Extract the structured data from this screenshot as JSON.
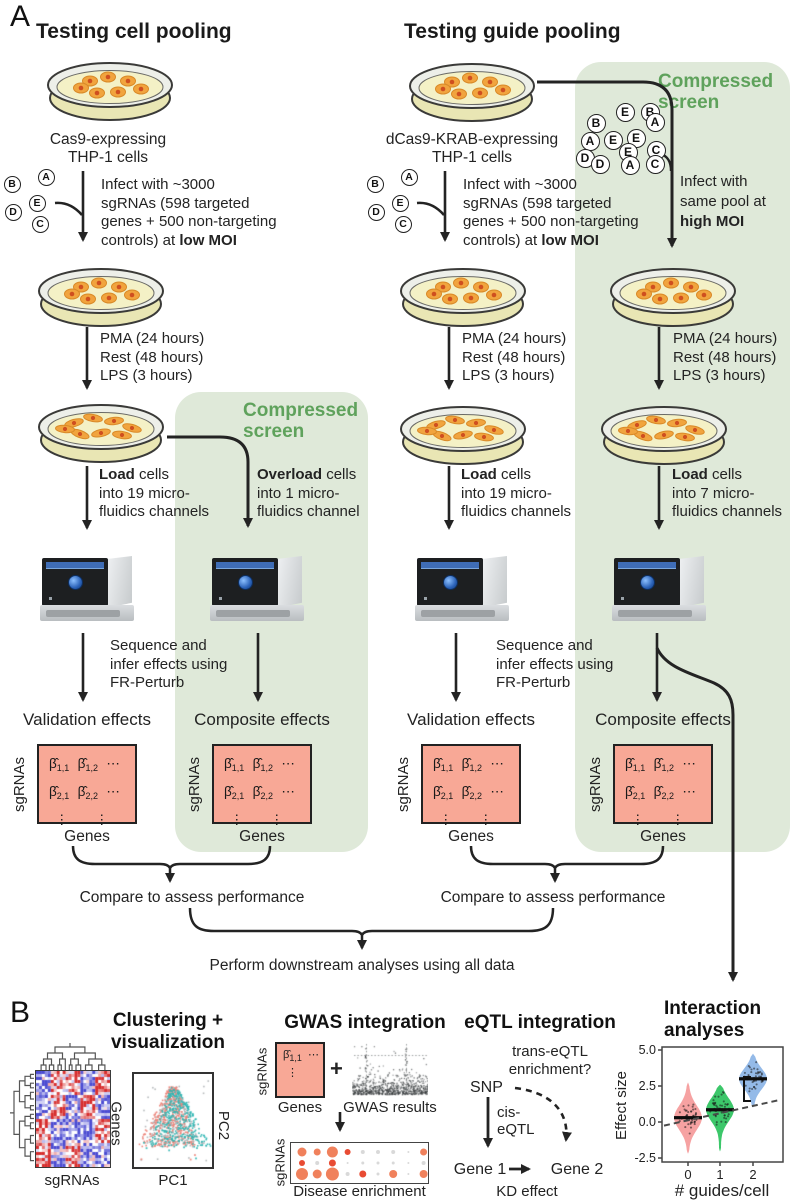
{
  "colors": {
    "panel_green": "#dfe9d9",
    "accent_green": "#5fa25c",
    "matrix_pink": "#f8a896",
    "arrow": "#232323",
    "dish_fill": "#f4f1c6",
    "cell_orange": "#f1a43e",
    "cell_nucleus": "#cf4f1f"
  },
  "a": {
    "label": "A",
    "title_left": "Testing cell pooling",
    "title_right": "Testing guide pooling",
    "cell_line_left": {
      "l1": "Cas9-expressing",
      "l2": "THP-1 cells"
    },
    "cell_line_right": {
      "l1": "dCas9-KRAB-expressing",
      "l2": "THP-1 cells"
    },
    "letters": [
      "A",
      "B",
      "E",
      "D",
      "C"
    ],
    "pool_letters": [
      "E",
      "B",
      "B",
      "A",
      "A",
      "E",
      "E",
      "D",
      "E",
      "C",
      "D",
      "A",
      "C"
    ],
    "infect": {
      "l1": "Infect with ~3000",
      "l2": "sgRNAs (598 targeted",
      "l3": "genes + 500 non-targeting",
      "l4a": "controls) at ",
      "l4b": "low MOI"
    },
    "infect_high": {
      "l1": "Infect with",
      "l2": "same pool at",
      "l3": "high MOI"
    },
    "treatment": {
      "l1": "PMA (24 hours)",
      "l2": "Rest (48 hours)",
      "l3": "LPS (3 hours)"
    },
    "load_19": {
      "b": "Load",
      "r": " cells",
      "l2": "into 19 micro-",
      "l3": "fluidics channels"
    },
    "load_1": {
      "b": "Overload",
      "r": " cells",
      "l2": "into 1 micro-",
      "l3": "fluidics channel"
    },
    "load_7": {
      "b": "Load",
      "r": " cells",
      "l2": "into 7 micro-",
      "l3": "fluidics channels"
    },
    "sequence": {
      "l1": "Sequence and",
      "l2": "infer effects using",
      "l3": "FR-Perturb"
    },
    "compressed": {
      "l1": "Compressed",
      "l2": "screen"
    },
    "validation_title": "Validation effects",
    "composite_title": "Composite effects",
    "sgrnas": "sgRNAs",
    "genes": "Genes",
    "matrix": {
      "r1": [
        "β̂_{1,1}",
        "β̂_{1,2}",
        "⋯"
      ],
      "r2": [
        "β̂_{2,1}",
        "β̂_{2,2}",
        "⋯"
      ],
      "r3": [
        "⋮",
        "⋮"
      ]
    },
    "compare": "Compare to assess performance",
    "downstream": "Perform downstream analyses using all data"
  },
  "b": {
    "label": "B",
    "clustering": {
      "title_l1": "Clustering +",
      "title_l2": "visualization",
      "genes": "Genes",
      "sgrnas": "sgRNAs",
      "pc1": "PC1",
      "pc2": "PC2"
    },
    "gwas": {
      "title": "GWAS integration",
      "sgrnas": "sgRNAs",
      "genes": "Genes",
      "cell": "β̂_{1,1}",
      "hdots": "⋯",
      "vdots": "⋮",
      "plus": "+",
      "results": "GWAS results",
      "dot_sgrnas": "sgRNAs",
      "dot_xlabel": "Disease enrichment"
    },
    "eqtl": {
      "title": "eQTL integration",
      "trans_l1": "trans-eQTL",
      "trans_l2": "enrichment?",
      "snp": "SNP",
      "cis_l1": "cis-",
      "cis_l2": "eQTL",
      "gene1": "Gene 1",
      "gene2": "Gene 2",
      "kd": "KD effect"
    },
    "interaction": {
      "title_l1": "Interaction",
      "title_l2": "analyses"
    }
  },
  "chart_data": [
    {
      "type": "violin",
      "title": "Interaction analyses",
      "xlabel": "# guides/cell",
      "ylabel": "Effect size",
      "categories": [
        "0",
        "1",
        "2"
      ],
      "means": [
        0.3,
        0.85,
        3.0
      ],
      "spreads": [
        0.85,
        0.8,
        0.72
      ],
      "ranges": [
        [
          -2.2,
          2.75
        ],
        [
          -2.05,
          2.6
        ],
        [
          1.0,
          4.75
        ]
      ],
      "colors": [
        "#f6a2a2",
        "#3cc76a",
        "#94bae8"
      ],
      "ylim": [
        -2.5,
        5.0
      ],
      "yticks": [
        "5.0",
        "2.5",
        "0.0",
        "-2.5"
      ],
      "ytick_vals": [
        5.0,
        2.5,
        0.0,
        -2.5
      ],
      "xticks": [
        "0",
        "1",
        "2"
      ],
      "trend": {
        "style": "dashed",
        "v_left": -0.25,
        "v_right": 1.55
      },
      "significance": {
        "label": "**",
        "between": [
          "1",
          "2"
        ]
      }
    },
    {
      "type": "heatmap",
      "xlabel": "sgRNAs",
      "ylabel": "Genes",
      "palette": [
        "#d23c3c",
        "#ffffff",
        "#5555cc"
      ],
      "clustered": true
    },
    {
      "type": "scatter",
      "xlabel": "PC1",
      "ylabel": "PC2",
      "groups": [
        {
          "label": "group-gray",
          "color": "#aeb3b5"
        },
        {
          "label": "group-salmon",
          "color": "#ec8378"
        },
        {
          "label": "group-teal",
          "color": "#2fb6b3"
        }
      ]
    },
    {
      "type": "scatter",
      "label": "GWAS results",
      "color": "#34383a"
    },
    {
      "type": "dotplot",
      "xlabel": "Disease enrichment",
      "ylabel": "sgRNAs",
      "palette": {
        "o": "#f0815c",
        "r": "#e84b33",
        "g": "#d9d9d9"
      },
      "rows": [
        [
          [
            9,
            "o"
          ],
          [
            7,
            "o"
          ],
          [
            11,
            "o"
          ],
          [
            6,
            "r"
          ],
          [
            4,
            "g"
          ],
          [
            4,
            "g"
          ],
          [
            4,
            "g"
          ],
          [
            2,
            "g"
          ],
          [
            7,
            "o"
          ]
        ],
        [
          [
            6,
            "r"
          ],
          [
            4,
            "g"
          ],
          [
            7,
            "r"
          ],
          [
            2,
            "g"
          ],
          [
            3,
            "g"
          ],
          [
            3,
            "g"
          ],
          [
            3,
            "g"
          ],
          [
            2,
            "g"
          ],
          [
            4,
            "g"
          ]
        ],
        [
          [
            12,
            "o"
          ],
          [
            9,
            "o"
          ],
          [
            13,
            "o"
          ],
          [
            4,
            "g"
          ],
          [
            7,
            "r"
          ],
          [
            3,
            "g"
          ],
          [
            8,
            "o"
          ],
          [
            2,
            "g"
          ],
          [
            8,
            "o"
          ]
        ]
      ]
    }
  ]
}
